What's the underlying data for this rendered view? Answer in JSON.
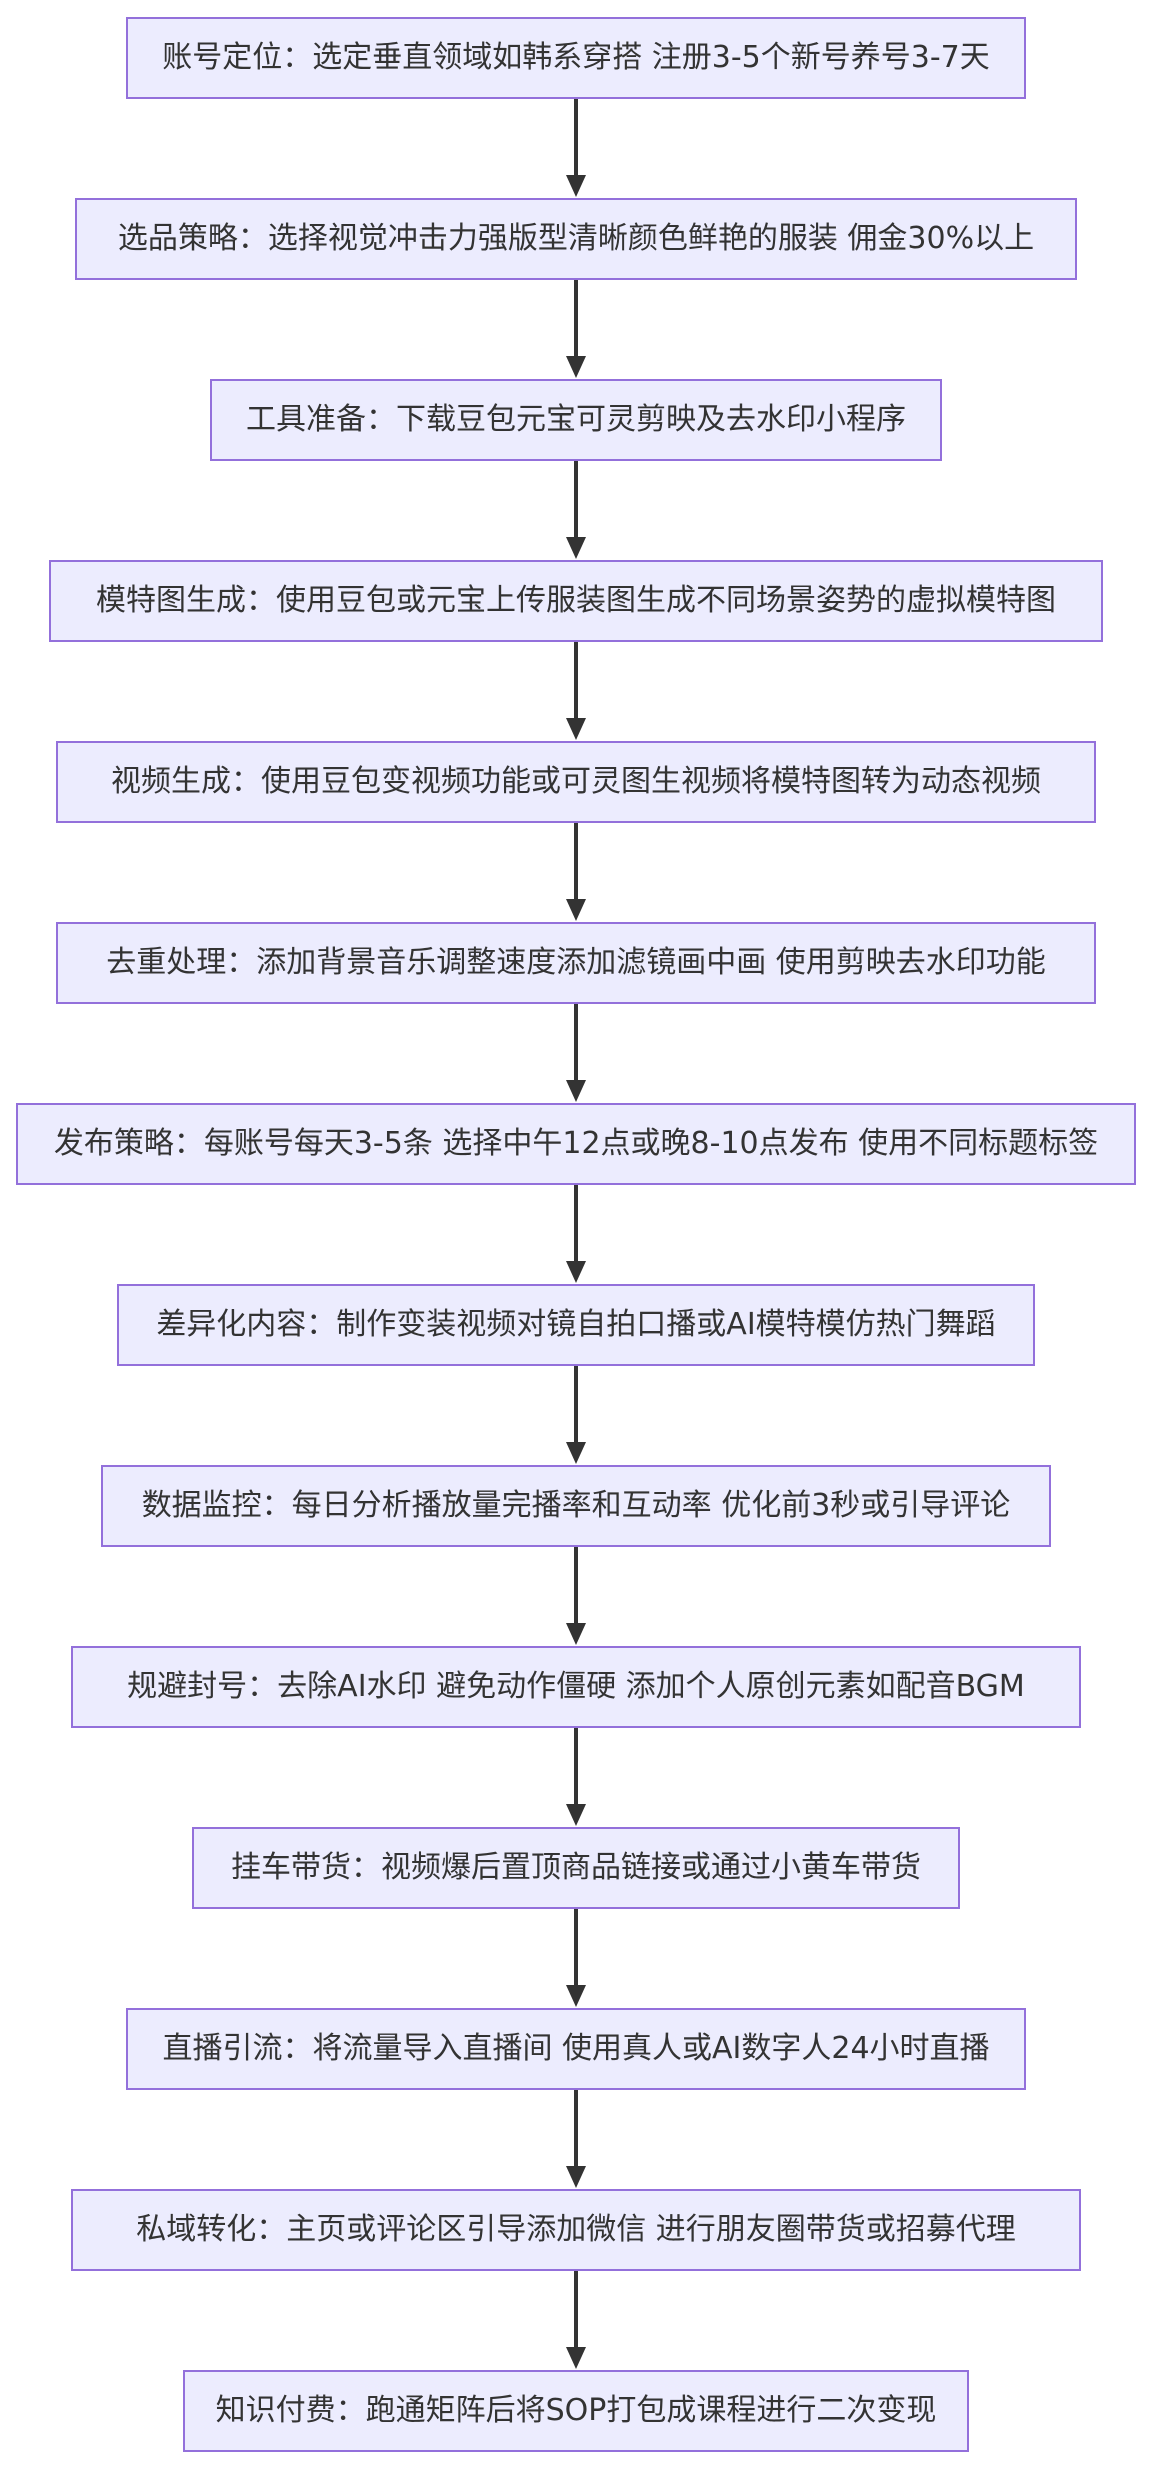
{
  "flowchart": {
    "steps": [
      {
        "id": "step-1",
        "text": "账号定位：选定垂直领域如韩系穿搭 注册3-5个新号养号3-7天"
      },
      {
        "id": "step-2",
        "text": "选品策略：选择视觉冲击力强版型清晰颜色鲜艳的服装 佣金30%以上"
      },
      {
        "id": "step-3",
        "text": "工具准备：下载豆包元宝可灵剪映及去水印小程序"
      },
      {
        "id": "step-4",
        "text": "模特图生成：使用豆包或元宝上传服装图生成不同场景姿势的虚拟模特图"
      },
      {
        "id": "step-5",
        "text": "视频生成：使用豆包变视频功能或可灵图生视频将模特图转为动态视频"
      },
      {
        "id": "step-6",
        "text": "去重处理：添加背景音乐调整速度添加滤镜画中画 使用剪映去水印功能"
      },
      {
        "id": "step-7",
        "text": "发布策略：每账号每天3-5条 选择中午12点或晚8-10点发布 使用不同标题标签"
      },
      {
        "id": "step-8",
        "text": "差异化内容：制作变装视频对镜自拍口播或AI模特模仿热门舞蹈"
      },
      {
        "id": "step-9",
        "text": "数据监控：每日分析播放量完播率和互动率 优化前3秒或引导评论"
      },
      {
        "id": "step-10",
        "text": "规避封号：去除AI水印 避免动作僵硬 添加个人原创元素如配音BGM"
      },
      {
        "id": "step-11",
        "text": "挂车带货：视频爆后置顶商品链接或通过小黄车带货"
      },
      {
        "id": "step-12",
        "text": "直播引流：将流量导入直播间 使用真人或AI数字人24小时直播"
      },
      {
        "id": "step-13",
        "text": "私域转化：主页或评论区引导添加微信 进行朋友圈带货或招募代理"
      },
      {
        "id": "step-14",
        "text": "知识付费：跑通矩阵后将SOP打包成课程进行二次变现"
      }
    ],
    "colors": {
      "node_fill": "#ececfe",
      "node_border": "#9370db",
      "text": "#333333",
      "edge": "#333333"
    }
  }
}
